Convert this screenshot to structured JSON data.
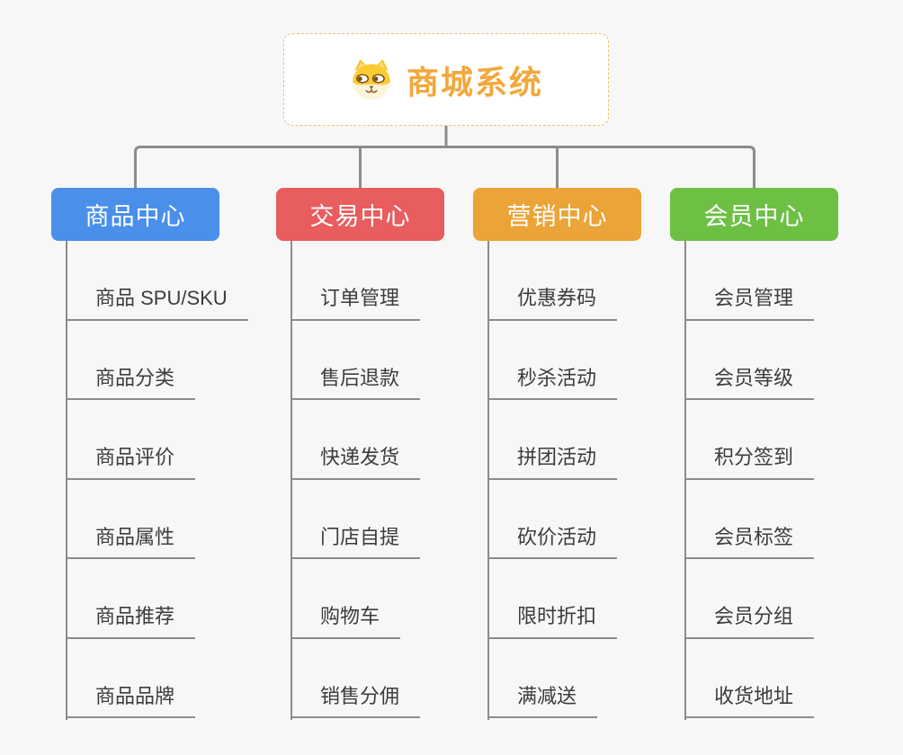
{
  "page": {
    "background": "#F7F7F7",
    "connector_color": "#8C8C8C",
    "leaf_text_color": "#3C3C3C"
  },
  "root": {
    "title": "商城系统",
    "title_color": "#F2A83C",
    "icon": "shiba-dog-icon"
  },
  "branches": [
    {
      "label": "商品中心",
      "color": "#4A8FEA",
      "children": [
        "商品 SPU/SKU",
        "商品分类",
        "商品评价",
        "商品属性",
        "商品推荐",
        "商品品牌"
      ]
    },
    {
      "label": "交易中心",
      "color": "#E85D5D",
      "children": [
        "订单管理",
        "售后退款",
        "快递发货",
        "门店自提",
        "购物车",
        "销售分佣"
      ]
    },
    {
      "label": "营销中心",
      "color": "#EBA437",
      "children": [
        "优惠券码",
        "秒杀活动",
        "拼团活动",
        "砍价活动",
        "限时折扣",
        "满减送"
      ]
    },
    {
      "label": "会员中心",
      "color": "#6DC044",
      "children": [
        "会员管理",
        "会员等级",
        "积分签到",
        "会员标签",
        "会员分组",
        "收货地址"
      ]
    }
  ]
}
